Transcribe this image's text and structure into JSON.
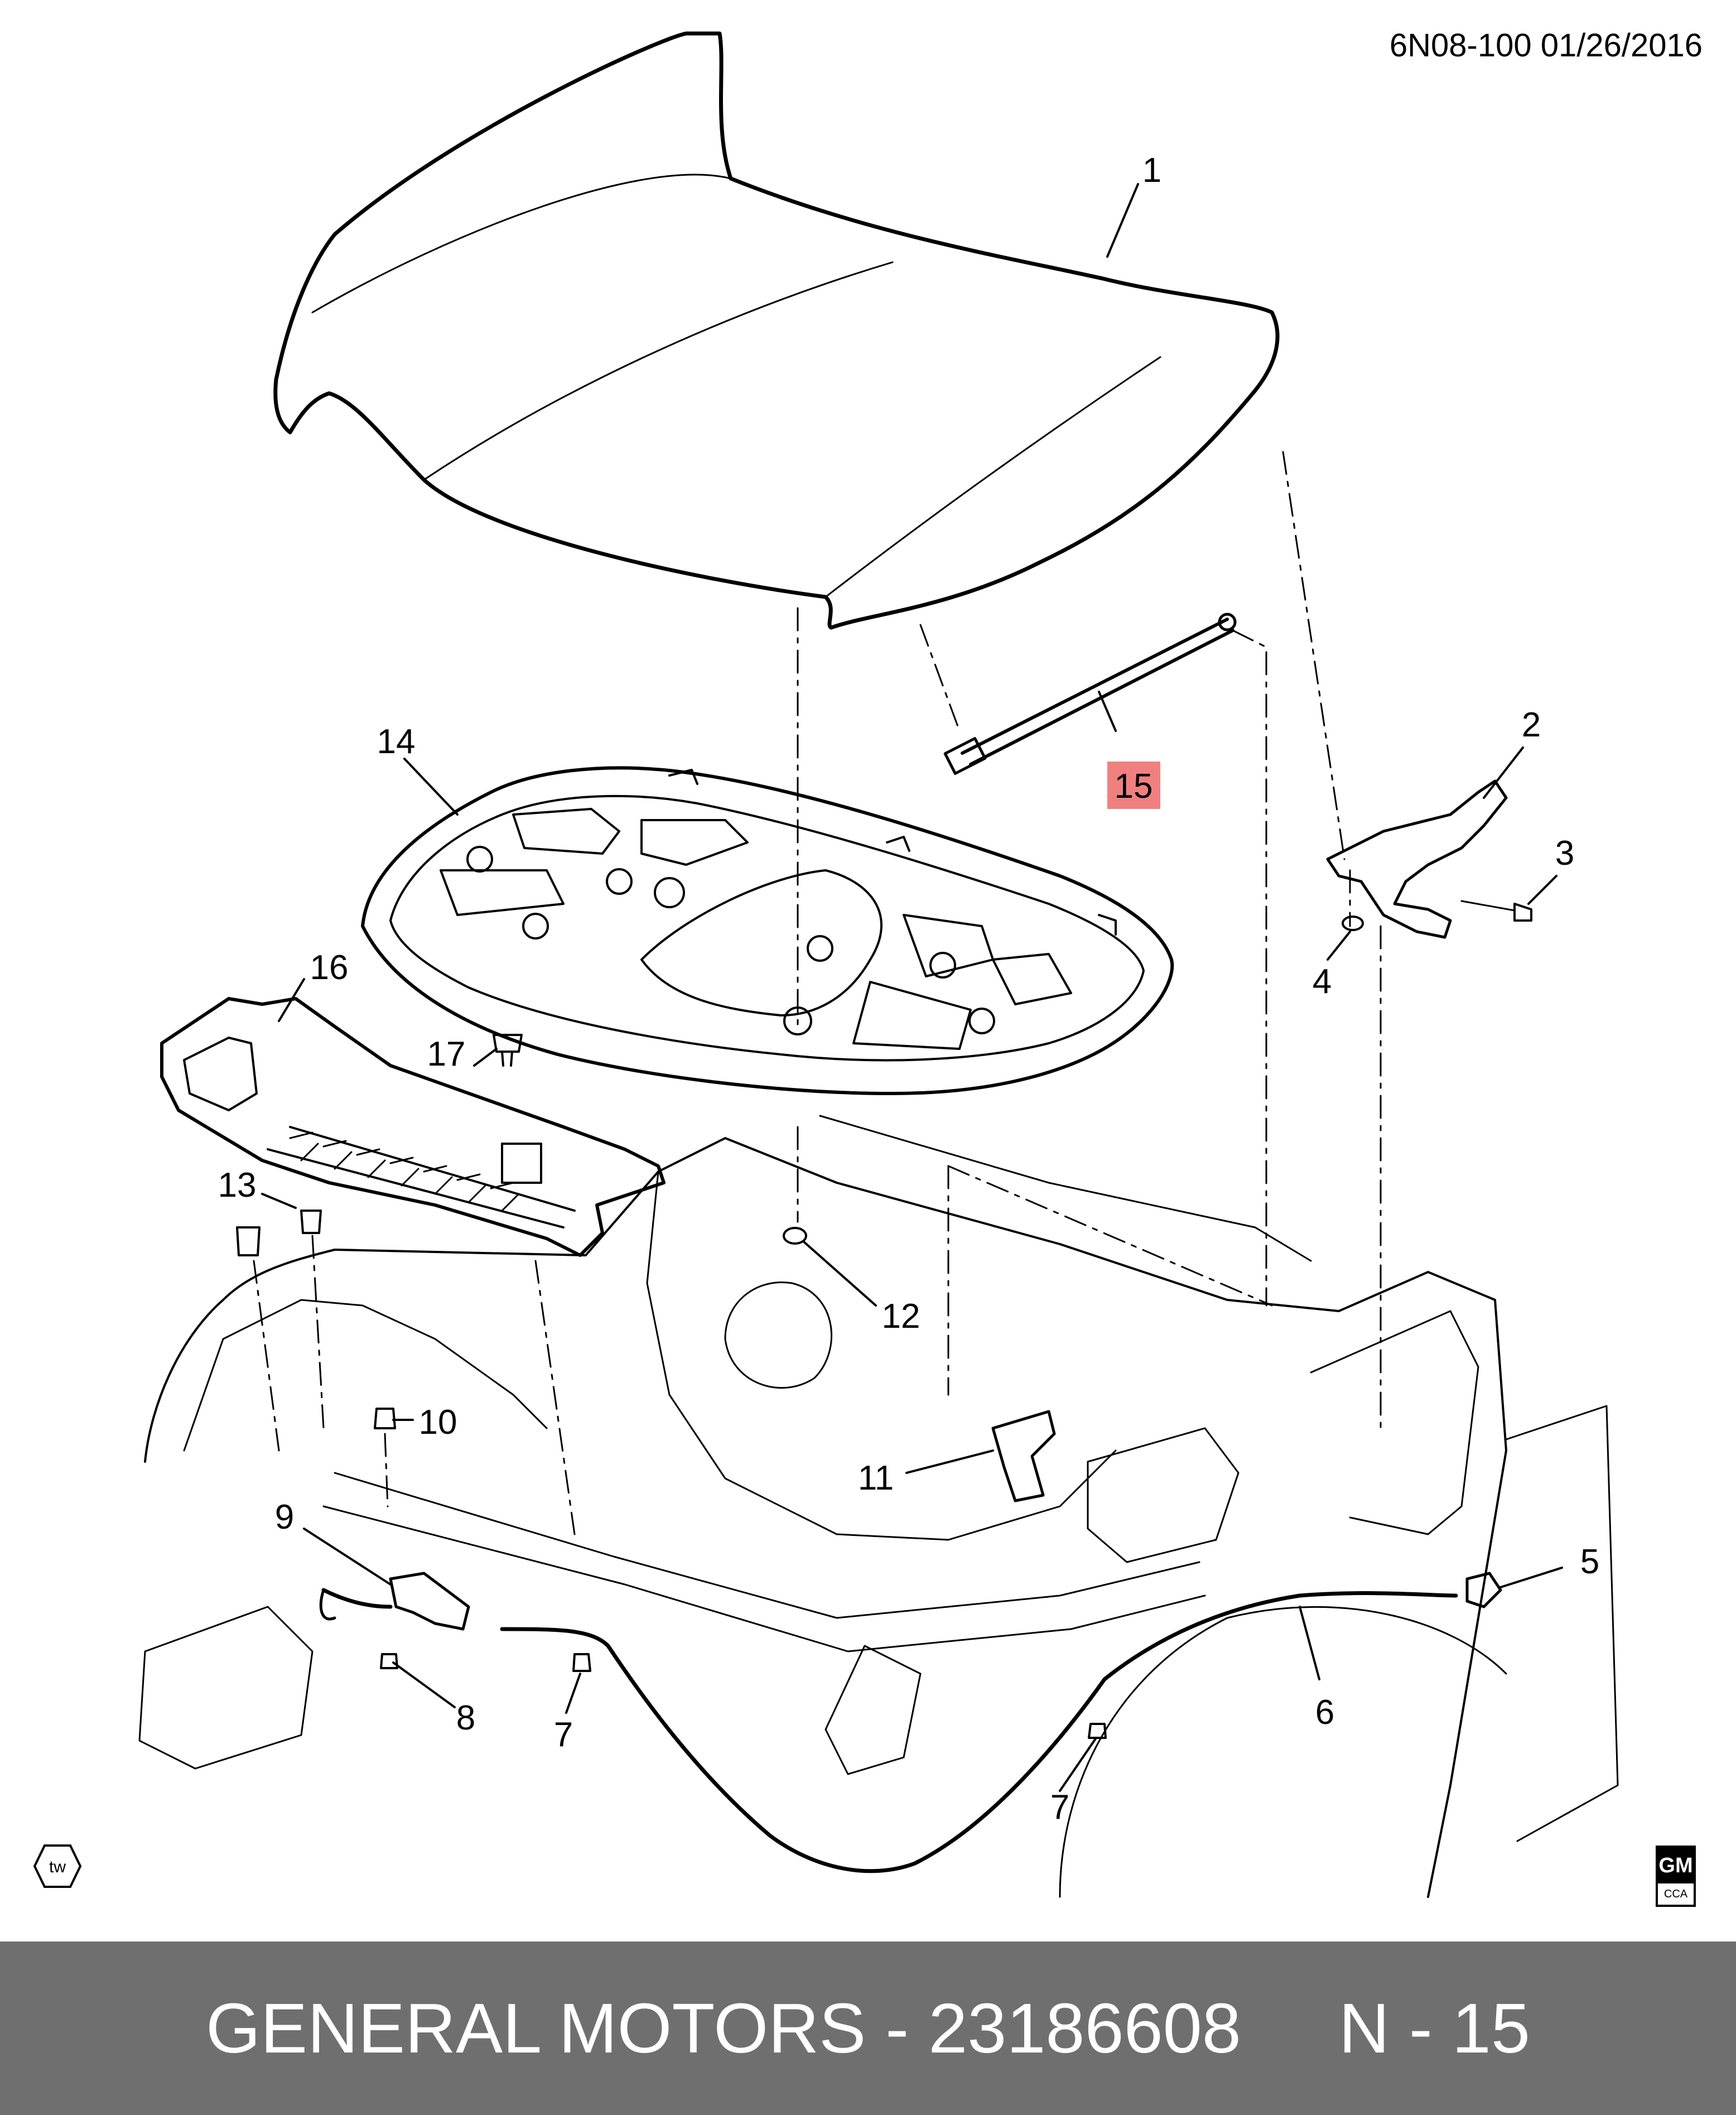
{
  "header": {
    "diagram_ref": "6N08-100 01/26/2016"
  },
  "callouts": [
    {
      "id": "1",
      "label": "1"
    },
    {
      "id": "2",
      "label": "2"
    },
    {
      "id": "3",
      "label": "3"
    },
    {
      "id": "4",
      "label": "4"
    },
    {
      "id": "5",
      "label": "5"
    },
    {
      "id": "6",
      "label": "6"
    },
    {
      "id": "7a",
      "label": "7"
    },
    {
      "id": "7b",
      "label": "7"
    },
    {
      "id": "8",
      "label": "8"
    },
    {
      "id": "9",
      "label": "9"
    },
    {
      "id": "10",
      "label": "10"
    },
    {
      "id": "11",
      "label": "11"
    },
    {
      "id": "12",
      "label": "12"
    },
    {
      "id": "13",
      "label": "13"
    },
    {
      "id": "14",
      "label": "14"
    },
    {
      "id": "15",
      "label": "15",
      "highlighted": true
    },
    {
      "id": "16",
      "label": "16"
    },
    {
      "id": "17",
      "label": "17"
    }
  ],
  "badges": {
    "tw": "tw",
    "gm": "GM",
    "gm_sub": "CCA"
  },
  "footer": {
    "text": "GENERAL MOTORS - 23186608     N - 15"
  },
  "colors": {
    "highlight": "#f08080",
    "footer_bg": "#6f6f6f",
    "line": "#000000"
  }
}
